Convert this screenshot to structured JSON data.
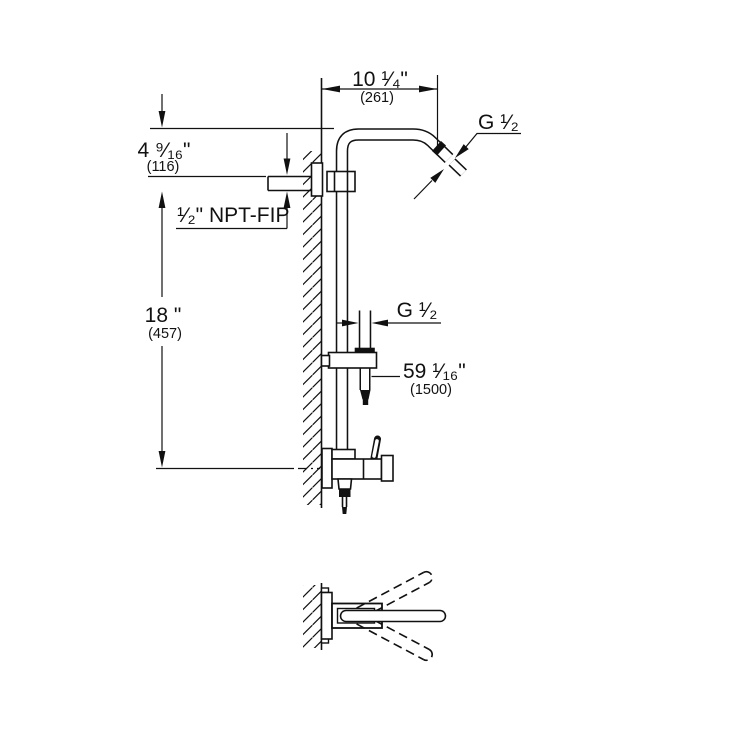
{
  "drawing": {
    "type": "shower-system-dimension-drawing",
    "colors": {
      "line": "#111111",
      "background": "#ffffff"
    },
    "labels": {
      "width_top": {
        "imperial": "10 ¹⁄₄\"",
        "metric": "(261)"
      },
      "head_thread": "G ¹⁄₂",
      "inlet_offset": {
        "imperial": "4 ⁹⁄₁₆\"",
        "metric": "(116)"
      },
      "inlet_thread": "¹⁄₂\" NPT-FIP",
      "inlet_to_diverter": {
        "imperial": "18 \"",
        "metric": "(457)"
      },
      "handshower_thread": "G ¹⁄₂",
      "hose_length": {
        "imperial": "59 ¹⁄₁₆\"",
        "metric": "(1500)"
      }
    }
  }
}
